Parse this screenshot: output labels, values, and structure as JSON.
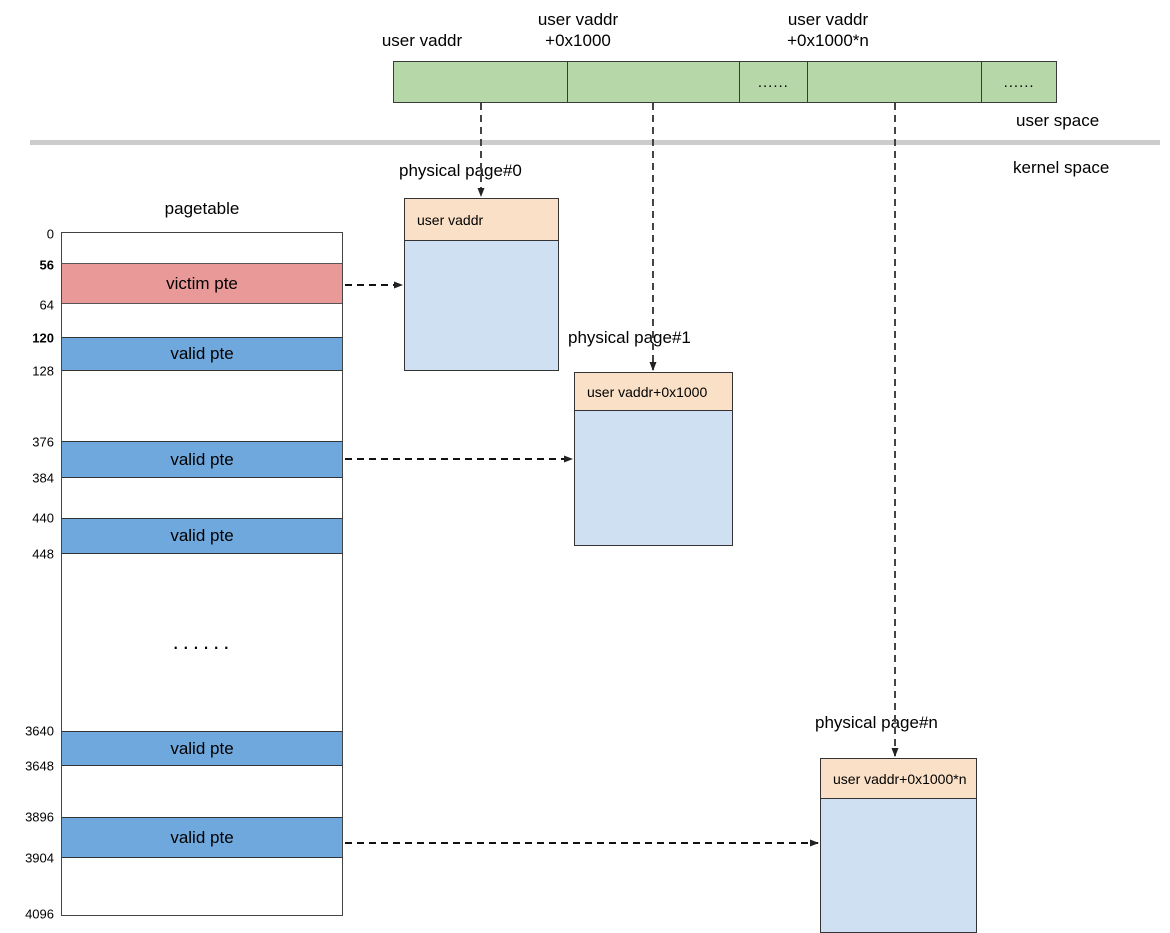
{
  "diagram": {
    "title": "pagetable mapping of user virtual addresses to physical pages",
    "space_labels": {
      "user": "user space",
      "kernel": "kernel space"
    },
    "colors": {
      "green_user_page": "#b6d7a8",
      "victim_pte": "#ea9999",
      "valid_pte": "#6fa8dc",
      "page_header": "#fae0c6",
      "page_body": "#cfe0f3",
      "divider": "#cccccc",
      "stroke": "#333333"
    },
    "ellipsis": "......"
  },
  "user_space": {
    "address_labels": [
      {
        "line1": "user vaddr",
        "line2": ""
      },
      {
        "line1": "user vaddr",
        "line2": "+0x1000"
      },
      {
        "line1": "user vaddr",
        "line2": "+0x1000*n"
      }
    ],
    "segments": [
      {
        "label": ""
      },
      {
        "label": ""
      },
      {
        "label": "......"
      },
      {
        "label": ""
      },
      {
        "label": "......"
      }
    ]
  },
  "pagetable": {
    "title": "pagetable",
    "rows": [
      {
        "label": "victim pte",
        "kind": "victim",
        "start": "56",
        "end": "64"
      },
      {
        "label": "valid pte",
        "kind": "valid",
        "start": "120",
        "end": "128"
      },
      {
        "label": "valid pte",
        "kind": "valid",
        "start": "376",
        "end": "384"
      },
      {
        "label": "valid pte",
        "kind": "valid",
        "start": "440",
        "end": "448"
      },
      {
        "label": "valid pte",
        "kind": "valid",
        "start": "3640",
        "end": "3648"
      },
      {
        "label": "valid pte",
        "kind": "valid",
        "start": "3896",
        "end": "3904"
      }
    ],
    "ticks": [
      {
        "value": "0",
        "bold": false
      },
      {
        "value": "56",
        "bold": true
      },
      {
        "value": "64",
        "bold": false
      },
      {
        "value": "120",
        "bold": true
      },
      {
        "value": "128",
        "bold": false
      },
      {
        "value": "376",
        "bold": false
      },
      {
        "value": "384",
        "bold": false
      },
      {
        "value": "440",
        "bold": false
      },
      {
        "value": "448",
        "bold": false
      },
      {
        "value": "3640",
        "bold": false
      },
      {
        "value": "3648",
        "bold": false
      },
      {
        "value": "3896",
        "bold": false
      },
      {
        "value": "3904",
        "bold": false
      },
      {
        "value": "4096",
        "bold": false
      }
    ],
    "gap_ellipsis": "......"
  },
  "physical_pages": [
    {
      "caption": "physical  page#0",
      "header": "user vaddr"
    },
    {
      "caption": "physical  page#1",
      "header": "user vaddr+0x1000"
    },
    {
      "caption": "physical  page#n",
      "header": "user vaddr+0x1000*n"
    }
  ]
}
